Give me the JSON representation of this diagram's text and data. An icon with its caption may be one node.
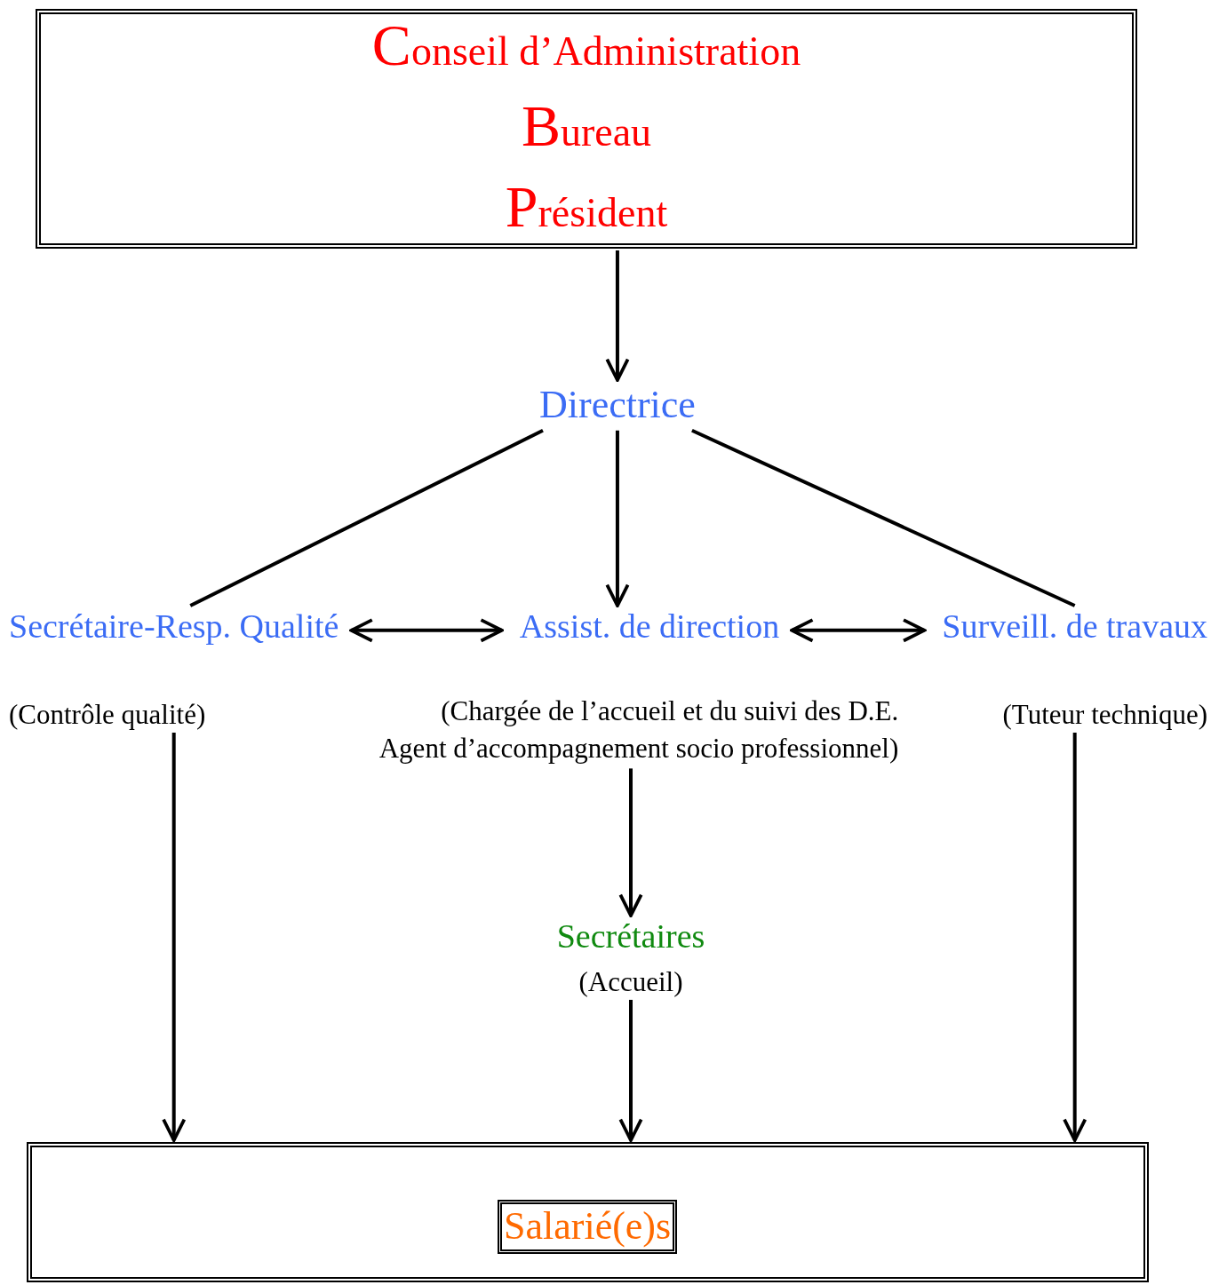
{
  "diagram": {
    "nodes": [
      {
        "text": [
          "Conseil d’Administration",
          "Bureau",
          "Président"
        ]
      },
      {
        "text": [
          "Directrice"
        ]
      },
      {
        "text": [
          "Secrétaire-Resp. Qualité"
        ],
        "beside": [
          "(Contrôle qualité)"
        ]
      },
      {
        "text": [
          "Assist. de direction"
        ],
        "beside": [
          "(Chargée de l’accueil et du suivi des D.E.",
          "Agent d’accompagnement socio professionnel)"
        ]
      },
      {
        "text": [
          "Surveill. de travaux"
        ],
        "beside": [
          "(Tuteur technique)"
        ]
      },
      {
        "text": [
          "Secrétaires"
        ],
        "beside": [
          "(Accueil)"
        ]
      },
      {
        "text": [],
        "shape": "box"
      },
      {
        "text": [
          "Salarié(e)s"
        ],
        "in": 6
      }
    ],
    "edges": [
      {
        "from": 0,
        "to": 1,
        "arrow": "to"
      },
      {
        "from": 1,
        "to": 2,
        "arrow": "none"
      },
      {
        "from": 1,
        "to": 3,
        "arrow": "to"
      },
      {
        "from": 1,
        "to": 4,
        "arrow": "none"
      },
      {
        "from": 2,
        "to": 3,
        "arrow": "both"
      },
      {
        "from": 3,
        "to": 4,
        "arrow": "both"
      },
      {
        "from": 3,
        "to": 5,
        "arrow": "to"
      },
      {
        "from": 2,
        "to": 6,
        "arrow": "to"
      },
      {
        "from": 4,
        "to": 6,
        "arrow": "to"
      },
      {
        "from": 5,
        "to": 6,
        "arrow": "to"
      }
    ]
  }
}
